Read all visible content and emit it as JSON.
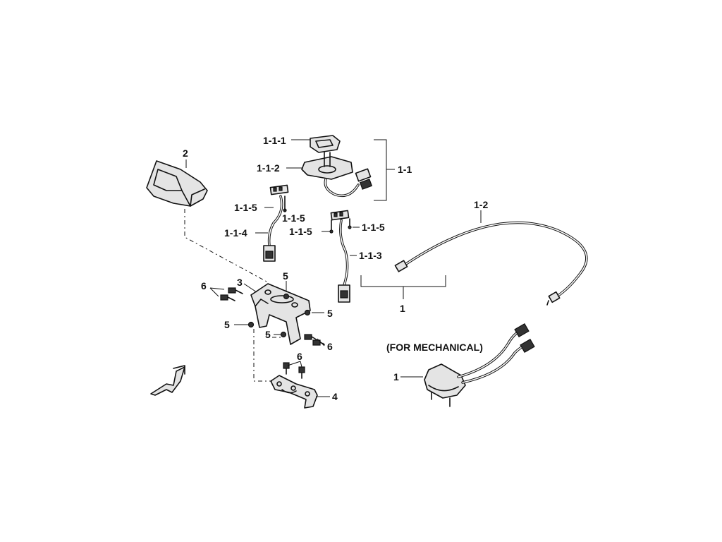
{
  "labels": {
    "l_1_1_1": "1-1-1",
    "l_1_1_2": "1-1-2",
    "l_1_1": "1-1",
    "l_2": "2",
    "l_1_1_5_a": "1-1-5",
    "l_1_1_5_b": "1-1-5",
    "l_1_1_5_c": "1-1-5",
    "l_1_1_5_d": "1-1-5",
    "l_1_1_4": "1-1-4",
    "l_1_1_3": "1-1-3",
    "l_1_2": "1-2",
    "l_1_group": "1",
    "l_6_a": "6",
    "l_3": "3",
    "l_5_a": "5",
    "l_5_b": "5",
    "l_5_c": "5",
    "l_5_d": "5",
    "l_6_b": "6",
    "l_6_c": "6",
    "l_4": "4",
    "for_mechanical": "(FOR MECHANICAL)",
    "l_1_mech": "1"
  }
}
